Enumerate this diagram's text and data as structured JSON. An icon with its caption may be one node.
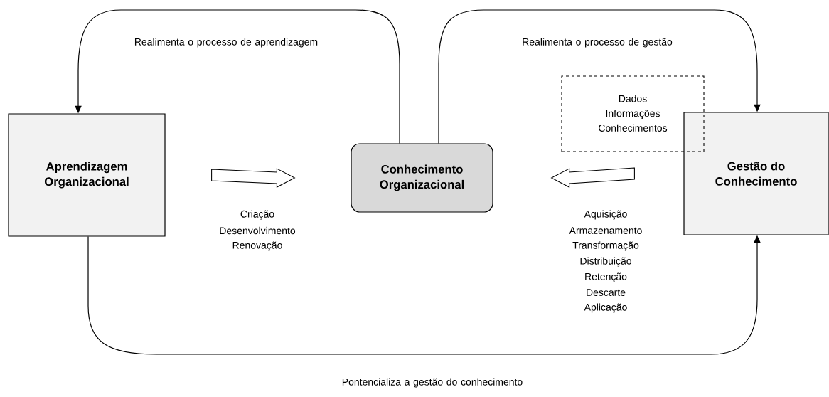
{
  "diagram": {
    "nodes": [
      {
        "text": [
          "Aprendizagem Organizacional"
        ]
      },
      {
        "text": [
          "Conhecimento Organizacional"
        ]
      },
      {
        "text": [
          "Dados",
          "Informações",
          "Conhecimentos"
        ]
      },
      {
        "text": [
          "Gestão do Conhecimento"
        ]
      }
    ],
    "edges": [
      {
        "from": 1,
        "to": 0,
        "arrow": "to",
        "label": "Realimenta o processo de aprendizagem"
      },
      {
        "from": 1,
        "to": 3,
        "arrow": "to",
        "label": "Realimenta o processo de gestão"
      },
      {
        "from": 0,
        "to": 3,
        "arrow": "to",
        "label": "Pontencializa a gestão do conhecimento"
      },
      {
        "from": 0,
        "to": 1,
        "arrow": "to",
        "style": "thick"
      },
      {
        "from": 3,
        "to": 1,
        "arrow": "to",
        "style": "thick"
      }
    ],
    "labels": [
      "Criação",
      "Desenvolvimento",
      "Renovação",
      "Aquisição",
      "Armazenamento",
      "Transformação",
      "Distribuição",
      "Retenção",
      "Descarte",
      "Aplicação"
    ]
  }
}
